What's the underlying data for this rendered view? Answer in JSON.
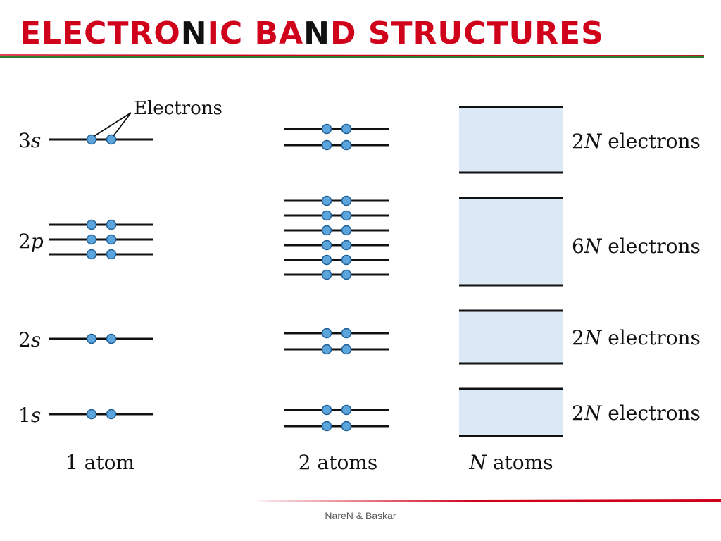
{
  "slide": {
    "title_segments": [
      {
        "text": "ELECTRO",
        "tone": "accent"
      },
      {
        "text": "N",
        "tone": "dark"
      },
      {
        "text": "IC BA",
        "tone": "accent"
      },
      {
        "text": "N",
        "tone": "dark"
      },
      {
        "text": "D STRUCTURES",
        "tone": "accent"
      }
    ],
    "footer": "NareN & Baskar"
  },
  "colors": {
    "accent": "#d0021b",
    "dark": "#111111",
    "rule_green": "#2e7d32",
    "band_fill": "#dbe8f5",
    "electron": "#5ba4dc",
    "electron_stroke": "#1f5f96"
  },
  "diagram": {
    "electrons_label": "Electrons",
    "one_atom": [
      {
        "name": "3s",
        "num": "3",
        "letter": "s",
        "lines": 1
      },
      {
        "name": "2p",
        "num": "2",
        "letter": "p",
        "lines": 3
      },
      {
        "name": "2s",
        "num": "2",
        "letter": "s",
        "lines": 1
      },
      {
        "name": "1s",
        "num": "1",
        "letter": "s",
        "lines": 1
      }
    ],
    "two_atoms": [
      {
        "name": "3s",
        "lines": 2
      },
      {
        "name": "2p",
        "lines": 6
      },
      {
        "name": "2s",
        "lines": 2
      },
      {
        "name": "1s",
        "lines": 2
      }
    ],
    "bands": [
      {
        "name": "3s",
        "count_num": "2",
        "count_var": "N",
        "count_text": " electrons"
      },
      {
        "name": "2p",
        "count_num": "6",
        "count_var": "N",
        "count_text": " electrons"
      },
      {
        "name": "2s",
        "count_num": "2",
        "count_var": "N",
        "count_text": " electrons"
      },
      {
        "name": "1s",
        "count_num": "2",
        "count_var": "N",
        "count_text": " electrons"
      }
    ],
    "column_labels": {
      "one": "1 atom",
      "two": "2 atoms",
      "n_var": "N",
      "n_text": " atoms"
    }
  }
}
